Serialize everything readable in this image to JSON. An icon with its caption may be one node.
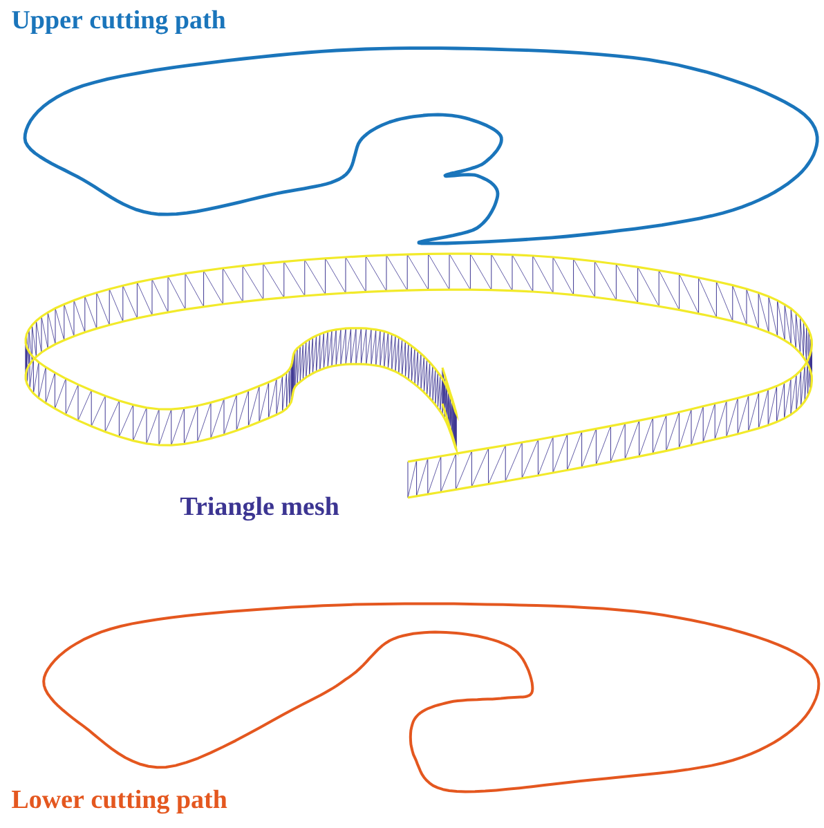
{
  "diagram": {
    "labels": [
      "Upper cutting path",
      "Triangle mesh",
      "Lower cutting path"
    ]
  }
}
